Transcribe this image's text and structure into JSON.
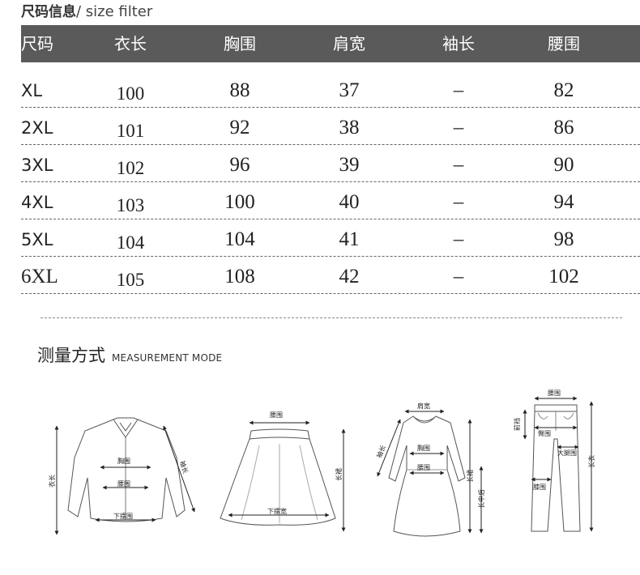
{
  "title": {
    "cn": "尺码信息",
    "en": "/ size filter"
  },
  "table": {
    "headers": [
      "尺码",
      "衣长",
      "胸围",
      "肩宽",
      "袖长",
      "腰围"
    ],
    "rows": [
      [
        "XL",
        "100",
        "88",
        "37",
        "–",
        "82"
      ],
      [
        "2XL",
        "101",
        "92",
        "38",
        "–",
        "86"
      ],
      [
        "3XL",
        "102",
        "96",
        "39",
        "–",
        "90"
      ],
      [
        "4XL",
        "103",
        "100",
        "40",
        "–",
        "94"
      ],
      [
        "5XL",
        "104",
        "104",
        "41",
        "–",
        "98"
      ],
      [
        "6XL",
        "105",
        "108",
        "42",
        "–",
        "102"
      ]
    ]
  },
  "measure": {
    "title_cn": "测量方式",
    "title_en": "MEASUREMENT MODE",
    "shirt": {
      "chest": "胸围",
      "waist": "腰围",
      "hem": "下摆围",
      "length": "衣长",
      "sleeve": "袖长"
    },
    "skirt": {
      "waist": "腰围",
      "hem": "下摆宽",
      "length": "长裙"
    },
    "dress": {
      "shoulder": "肩宽",
      "sleeve": "袖长",
      "chest": "胸围",
      "waist": "腰围",
      "length": "长裙",
      "back_length": "长中后"
    },
    "pants": {
      "waist": "腰围",
      "front_rise": "前裆",
      "hip": "臀围",
      "thigh": "大腿围",
      "knee": "膝围",
      "length": "长衣"
    }
  }
}
